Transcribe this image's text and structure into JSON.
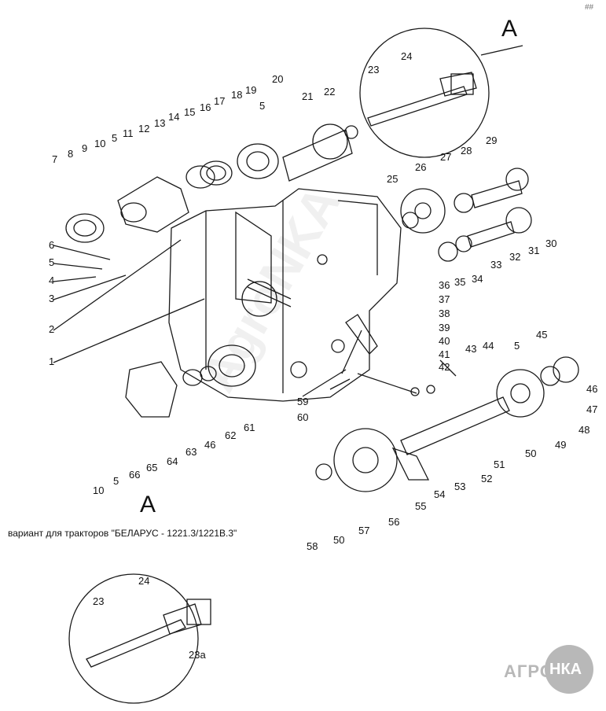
{
  "callout_letters": {
    "detail_top": "A",
    "detail_bottom": "A"
  },
  "caption": "вариант для тракторов \"БЕЛАРУС - 1221.3/1221В.3\"",
  "corner_mark": "##",
  "watermark": "AgroNKA",
  "logo": {
    "left_text": "АГРО",
    "circle_text": "НКА"
  },
  "part_labels": [
    "1",
    "2",
    "3",
    "4",
    "5",
    "6",
    "7",
    "8",
    "9",
    "10",
    "5",
    "11",
    "12",
    "13",
    "14",
    "15",
    "16",
    "17",
    "18",
    "19",
    "5",
    "20",
    "21",
    "22",
    "23",
    "24",
    "25",
    "26",
    "27",
    "28",
    "29",
    "30",
    "31",
    "32",
    "33",
    "34",
    "35",
    "36",
    "37",
    "38",
    "39",
    "40",
    "41",
    "42",
    "43",
    "44",
    "5",
    "45",
    "46",
    "47",
    "48",
    "49",
    "50",
    "51",
    "52",
    "53",
    "54",
    "55",
    "56",
    "57",
    "50",
    "58",
    "59",
    "60",
    "61",
    "62",
    "46",
    "63",
    "64",
    "65",
    "66",
    "5",
    "10",
    "23",
    "24",
    "23а"
  ],
  "colors": {
    "line": "#1a1a1a",
    "background": "#ffffff",
    "logo": "#b8b8b8"
  }
}
